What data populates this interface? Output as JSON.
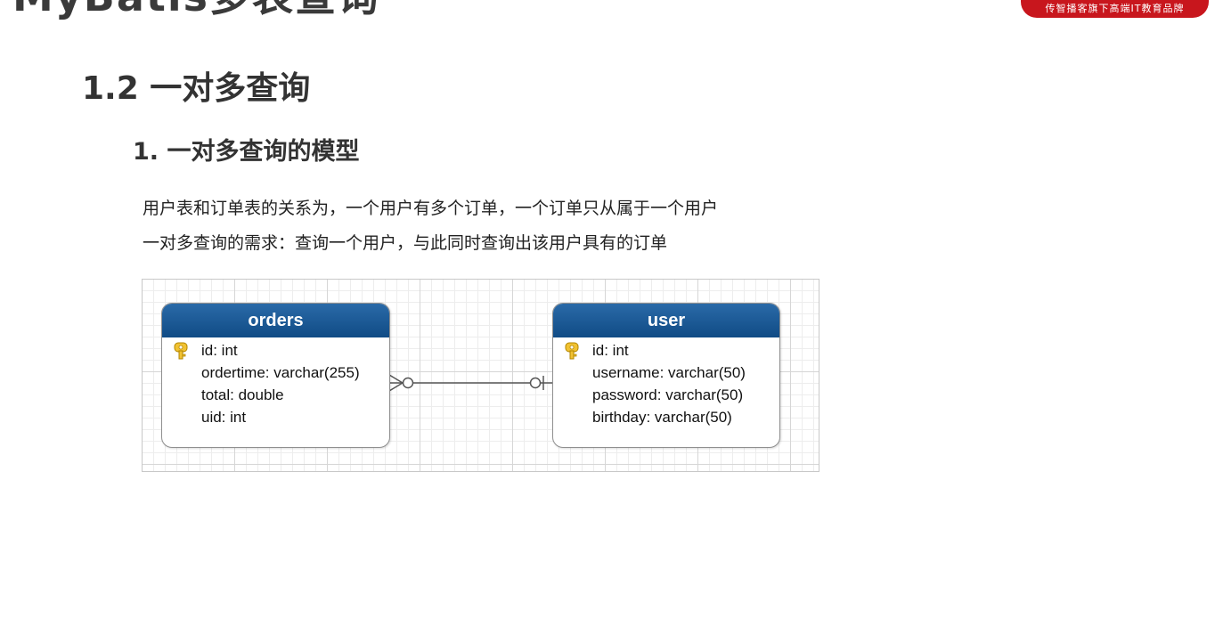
{
  "header": {
    "title": "MyBatis多表查询",
    "brand": "传智播客旗下高端IT教育品牌"
  },
  "section": {
    "title": "1.2 一对多查询"
  },
  "subsection": {
    "title": "1. 一对多查询的模型"
  },
  "paragraphs": [
    "用户表和订单表的关系为，一个用户有多个订单，一个订单只从属于一个用户",
    "一对多查询的需求：查询一个用户，与此同时查询出该用户具有的订单"
  ],
  "diagram": {
    "entities": [
      {
        "name": "orders",
        "fields": [
          "id: int",
          "ordertime: varchar(255)",
          "total: double",
          "uid: int"
        ],
        "primary_key": "id: int"
      },
      {
        "name": "user",
        "fields": [
          "id: int",
          "username: varchar(50)",
          "password: varchar(50)",
          "birthday: varchar(50)"
        ],
        "primary_key": "id: int"
      }
    ],
    "relationship": {
      "from": "orders",
      "to": "user",
      "from_cardinality": "zero-or-many",
      "to_cardinality": "zero-or-one"
    },
    "colors": {
      "header": "#1a5a98",
      "key_icon": "#e8b10e",
      "line": "#555555"
    }
  },
  "icons": {
    "primary_key": "key-icon"
  }
}
